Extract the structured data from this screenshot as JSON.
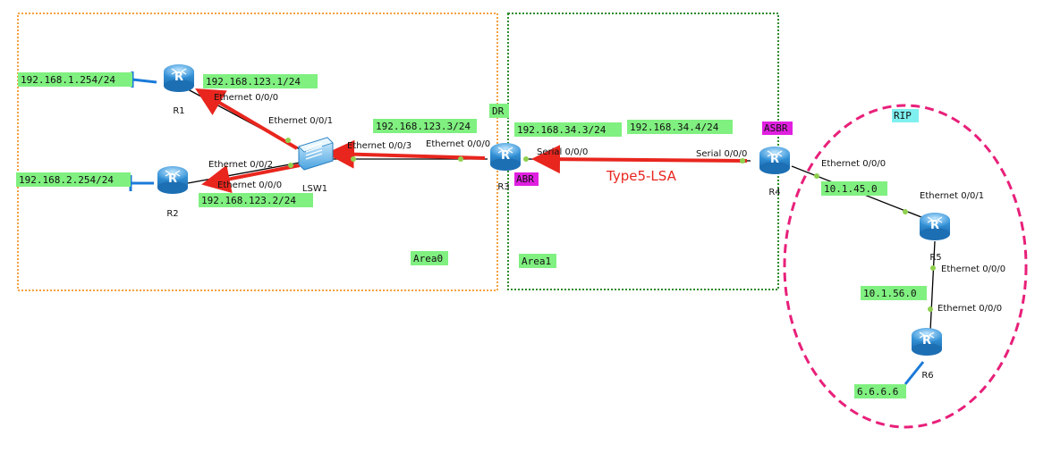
{
  "colors": {
    "area0_border": "#f4a040",
    "area1_border": "#2e8b2e",
    "rip_border": "#e8207a",
    "tag_green": "#80f080",
    "tag_magenta": "#e020e0",
    "tag_cyan": "#7ff0f0",
    "arrow_red": "#e8261e",
    "link_blue": "#1a7ad8",
    "port_dot": "#8fd14f"
  },
  "areas": {
    "area0": "Area0",
    "area1": "Area1",
    "rip": "RIP"
  },
  "devices": {
    "r1": "R1",
    "r2": "R2",
    "r3": "R3",
    "r4": "R4",
    "r5": "R5",
    "r6": "R6",
    "lsw1": "LSW1",
    "router_glyph": "R"
  },
  "tags": {
    "r1_lan": "192.168.1.254/24",
    "r1_ip": "192.168.123.1/24",
    "r2_lan": "192.168.2.254/24",
    "r2_ip": "192.168.123.2/24",
    "r3_ip": "192.168.123.3/24",
    "r3_serial_ip": "192.168.34.3/24",
    "r4_serial_ip": "192.168.34.4/24",
    "net_45": "10.1.45.0",
    "net_56": "10.1.56.0",
    "r6_loop": "6.6.6.6",
    "dr": "DR",
    "abr": "ABR",
    "asbr": "ASBR"
  },
  "ports": {
    "r1_e000": "Ethernet 0/0/0",
    "lsw_e001": "Ethernet 0/0/1",
    "lsw_e002": "Ethernet 0/0/2",
    "lsw_e003": "Ethernet 0/0/3",
    "r2_e000": "Ethernet 0/0/0",
    "r3_e000": "Ethernet 0/0/0",
    "r3_s000": "Serial 0/0/0",
    "r4_s000": "Serial 0/0/0",
    "r4_e000": "Ethernet 0/0/0",
    "r5_e001": "Ethernet 0/0/1",
    "r5_e000": "Ethernet 0/0/0",
    "r6_e000": "Ethernet 0/0/0"
  },
  "annotation": {
    "lsa_label": "Type5-LSA"
  }
}
